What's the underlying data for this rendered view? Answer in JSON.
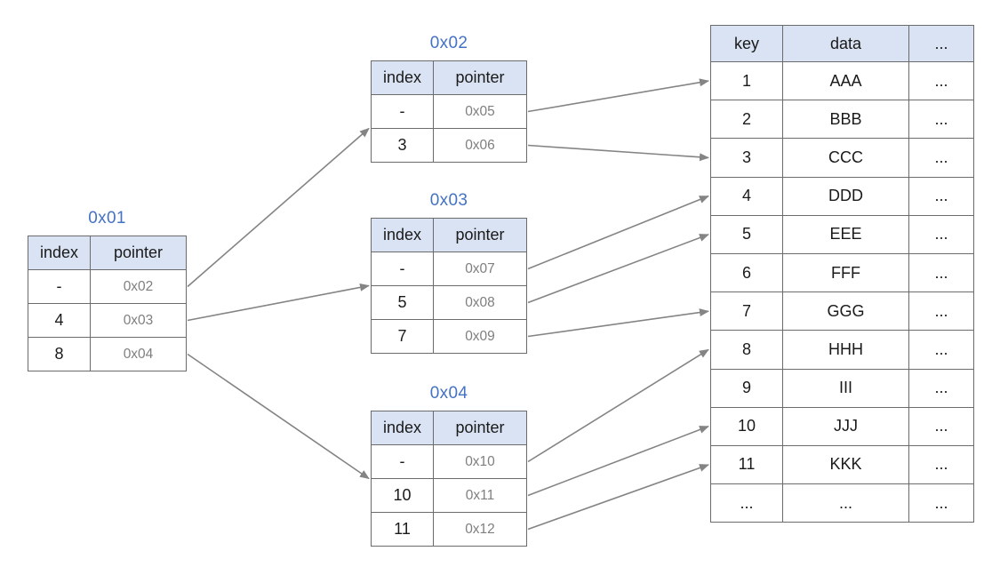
{
  "diagram": {
    "index_nodes": [
      {
        "id": "0x01",
        "title": "0x01",
        "columns": [
          "index",
          "pointer"
        ],
        "rows": [
          [
            "-",
            "0x02"
          ],
          [
            "4",
            "0x03"
          ],
          [
            "8",
            "0x04"
          ]
        ]
      },
      {
        "id": "0x02",
        "title": "0x02",
        "columns": [
          "index",
          "pointer"
        ],
        "rows": [
          [
            "-",
            "0x05"
          ],
          [
            "3",
            "0x06"
          ]
        ]
      },
      {
        "id": "0x03",
        "title": "0x03",
        "columns": [
          "index",
          "pointer"
        ],
        "rows": [
          [
            "-",
            "0x07"
          ],
          [
            "5",
            "0x08"
          ],
          [
            "7",
            "0x09"
          ]
        ]
      },
      {
        "id": "0x04",
        "title": "0x04",
        "columns": [
          "index",
          "pointer"
        ],
        "rows": [
          [
            "-",
            "0x10"
          ],
          [
            "10",
            "0x11"
          ],
          [
            "11",
            "0x12"
          ]
        ]
      }
    ],
    "data_table": {
      "columns": [
        "key",
        "data",
        "..."
      ],
      "rows": [
        [
          "1",
          "AAA",
          "..."
        ],
        [
          "2",
          "BBB",
          "..."
        ],
        [
          "3",
          "CCC",
          "..."
        ],
        [
          "4",
          "DDD",
          "..."
        ],
        [
          "5",
          "EEE",
          "..."
        ],
        [
          "6",
          "FFF",
          "..."
        ],
        [
          "7",
          "GGG",
          "..."
        ],
        [
          "8",
          "HHH",
          "..."
        ],
        [
          "9",
          "III",
          "..."
        ],
        [
          "10",
          "JJJ",
          "..."
        ],
        [
          "11",
          "KKK",
          "..."
        ],
        [
          "...",
          "...",
          "..."
        ]
      ]
    },
    "edges": [
      {
        "from": "0x01/0",
        "to": "node/0x02"
      },
      {
        "from": "0x01/1",
        "to": "node/0x03"
      },
      {
        "from": "0x01/2",
        "to": "node/0x04"
      },
      {
        "from": "0x02/0",
        "to": "key/1"
      },
      {
        "from": "0x02/1",
        "to": "key/3"
      },
      {
        "from": "0x03/0",
        "to": "key/4"
      },
      {
        "from": "0x03/1",
        "to": "key/5"
      },
      {
        "from": "0x03/2",
        "to": "key/7"
      },
      {
        "from": "0x04/0",
        "to": "key/8"
      },
      {
        "from": "0x04/1",
        "to": "key/10"
      },
      {
        "from": "0x04/2",
        "to": "key/11"
      }
    ],
    "colors": {
      "title": "#4472c4",
      "header_fill": "#dae3f3",
      "border": "#6b6b6b",
      "arrow": "#848484",
      "pointer_text": "#7f7f7f",
      "text": "#1a1a1a",
      "background": "#ffffff"
    }
  }
}
